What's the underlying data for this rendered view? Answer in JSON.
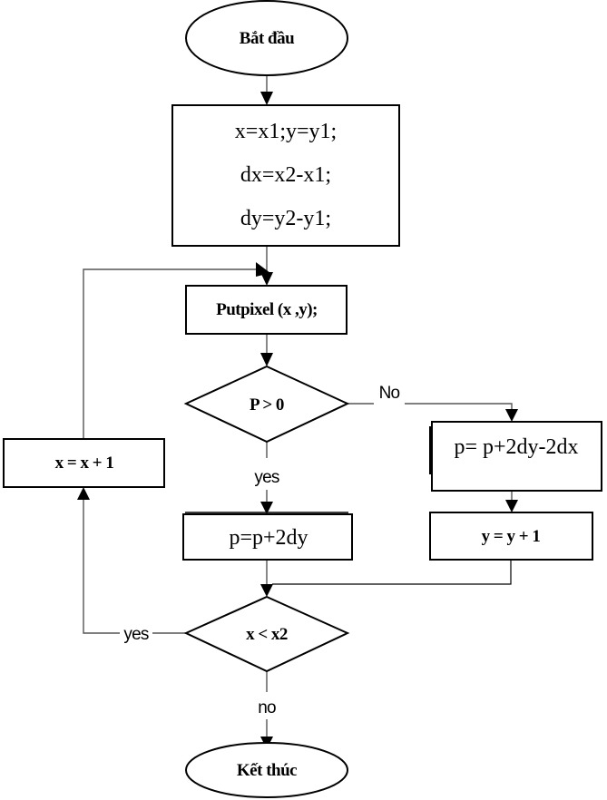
{
  "diagram": {
    "type": "flowchart",
    "title": "Bresenham line algorithm flowchart",
    "nodes": {
      "start": {
        "kind": "terminator",
        "label": "Bắt đầu"
      },
      "init": {
        "kind": "process",
        "lines": [
          "x=x1;y=y1;",
          "dx=x2-x1;",
          "dy=y2-y1;"
        ]
      },
      "putpixel": {
        "kind": "process",
        "label": "Putpixel (x ,y);"
      },
      "check_p": {
        "kind": "decision",
        "label": "P > 0"
      },
      "p_no": {
        "kind": "process",
        "label": "p= p+2dy-2dx"
      },
      "y_inc": {
        "kind": "process",
        "label": "y = y + 1"
      },
      "p_yes": {
        "kind": "process",
        "label": "p=p+2dy"
      },
      "x_inc": {
        "kind": "process",
        "label": "x = x + 1"
      },
      "check_x": {
        "kind": "decision",
        "label": "x < x2"
      },
      "end": {
        "kind": "terminator",
        "label": "Kết thúc"
      }
    },
    "edge_labels": {
      "check_p_no": "No",
      "check_p_yes": "yes",
      "check_x_yes": "yes",
      "check_x_no": "no"
    },
    "edges": [
      {
        "from": "start",
        "to": "init"
      },
      {
        "from": "init",
        "to": "putpixel"
      },
      {
        "from": "putpixel",
        "to": "check_p"
      },
      {
        "from": "check_p",
        "to": "p_no",
        "label": "No"
      },
      {
        "from": "check_p",
        "to": "p_yes",
        "label": "yes"
      },
      {
        "from": "p_no",
        "to": "y_inc"
      },
      {
        "from": "y_inc",
        "to": "check_x"
      },
      {
        "from": "p_yes",
        "to": "check_x"
      },
      {
        "from": "check_x",
        "to": "x_inc",
        "label": "yes"
      },
      {
        "from": "x_inc",
        "to": "putpixel"
      },
      {
        "from": "check_x",
        "to": "end",
        "label": "no"
      }
    ]
  }
}
